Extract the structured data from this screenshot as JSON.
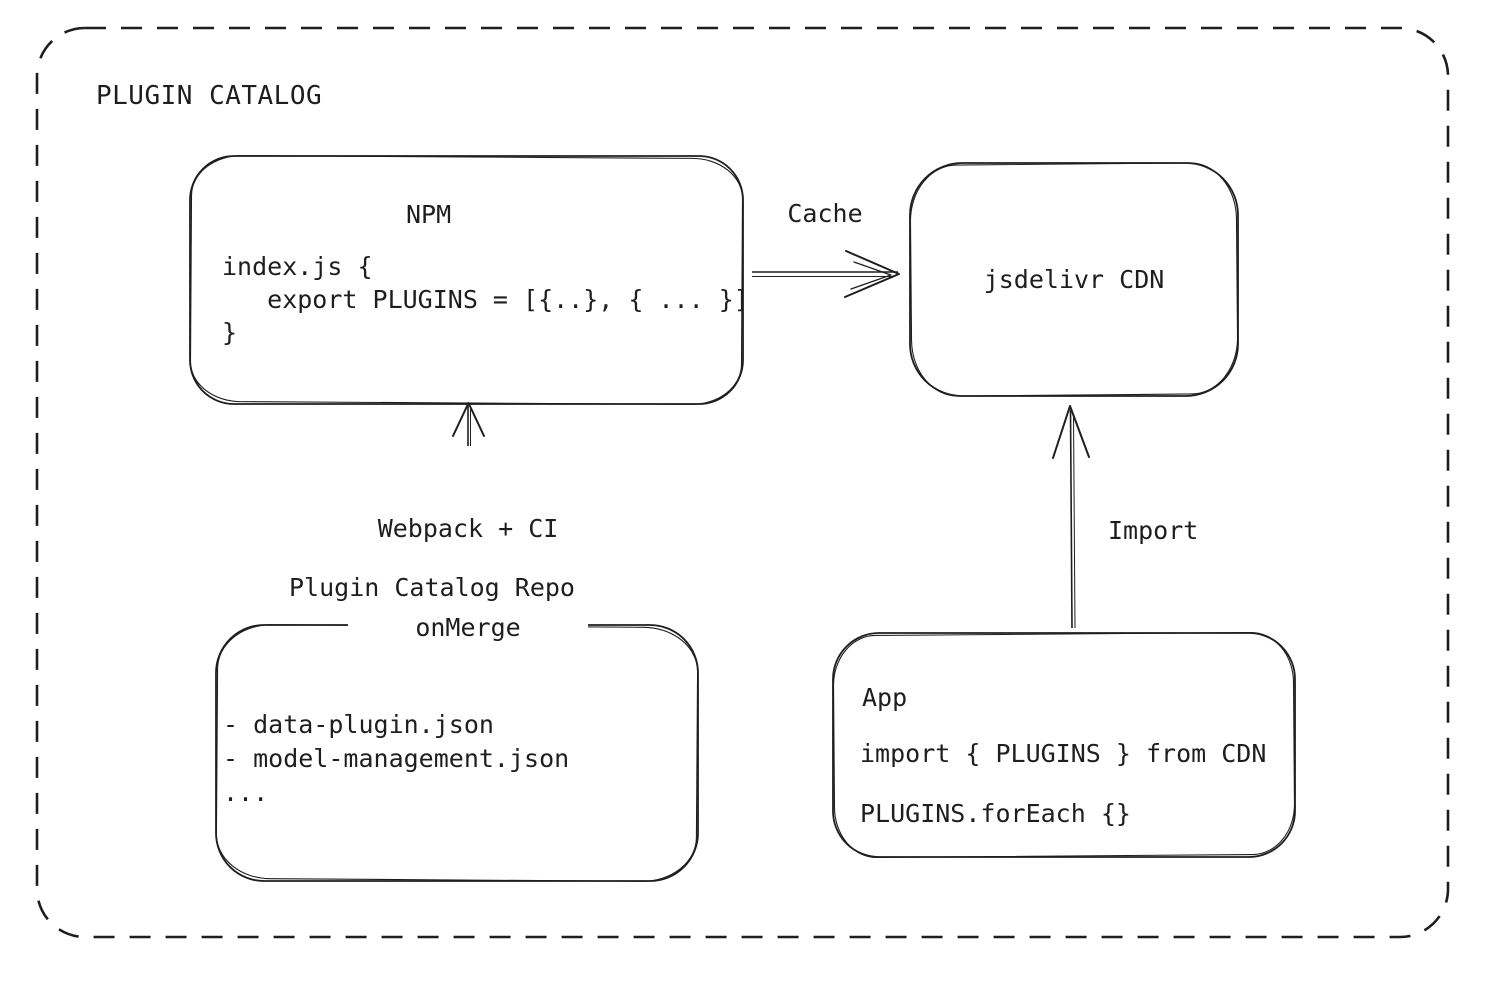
{
  "canvas": {
    "background": "#ffffff",
    "stroke_color": "#1e1e1e"
  },
  "title": "PLUGIN CATALOG",
  "npm": {
    "title": "NPM",
    "code_lines": [
      "index.js {",
      "   export PLUGINS = [{..}, { ... }]",
      "}"
    ]
  },
  "cdn": {
    "title": "jsdelivr CDN"
  },
  "repo": {
    "title": "Plugin Catalog Repo",
    "files": [
      "- data-plugin.json",
      "- model-management.json",
      "..."
    ]
  },
  "app": {
    "title": "App",
    "code_lines": [
      "import { PLUGINS } from CDN",
      "PLUGINS.forEach {}"
    ]
  },
  "arrows": {
    "cache_label": "Cache",
    "build_label_lines": [
      "Webpack + CI",
      "onMerge"
    ],
    "import_label": "Import"
  }
}
